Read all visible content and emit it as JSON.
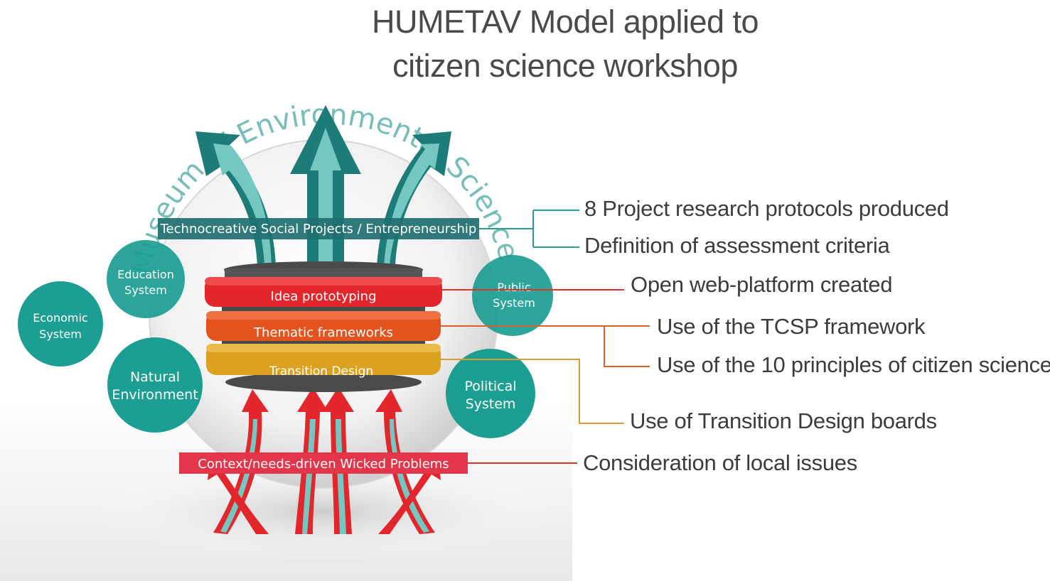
{
  "title": {
    "line1": "HUMETAV Model applied to",
    "line2": "citizen science workshop"
  },
  "arc_label": "Museum of Environmental Sciences",
  "banners": {
    "top": "Technocreative Social Projects / Entrepreneurship",
    "bottom": "Context/needs-driven Wicked Problems"
  },
  "layers": {
    "idea": "Idea prototyping",
    "thematic": "Thematic frameworks",
    "transition": "Transition Design"
  },
  "systems": {
    "education": [
      "Education",
      "System"
    ],
    "economic": [
      "Economic",
      "System"
    ],
    "natural": [
      "Natural",
      "Environment"
    ],
    "public": [
      "Public",
      "System"
    ],
    "political": [
      "Political",
      "System"
    ]
  },
  "outcomes": {
    "protocols": "8 Project research protocols produced",
    "criteria": "Definition of assessment criteria",
    "platform": "Open web-platform created",
    "tcsp": "Use of the TCSP framework",
    "principles": "Use of the 10 principles of citizen science",
    "boards": "Use of Transition Design boards",
    "local": "Consideration of local issues"
  },
  "colors": {
    "teal": "#1d9e93",
    "teal_dark": "#17666a",
    "teal_light": "#5fbcb4",
    "red": "#e2262b",
    "orange": "#e2531e",
    "gold": "#dca11e",
    "banner_red": "#e3364b",
    "connector_teal": "#2c9b94",
    "connector_red": "#d8332e",
    "connector_orange": "#d9612b",
    "connector_gold": "#d39f34"
  }
}
